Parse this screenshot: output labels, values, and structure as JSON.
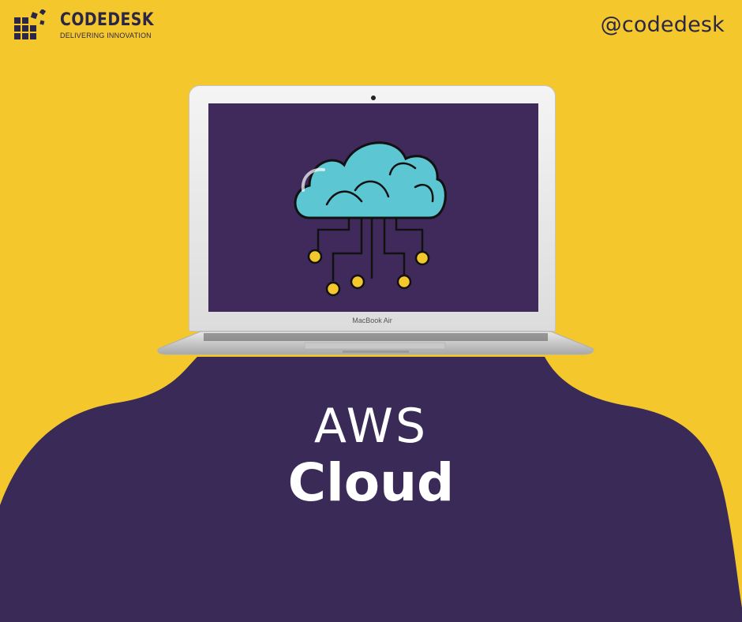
{
  "brand": {
    "name": "CODEDESK",
    "tagline": "DELIVERING INNOVATION",
    "handle": "@codedesk"
  },
  "laptop": {
    "model_label": "MacBook Air",
    "screen_icon": "cloud-network-icon"
  },
  "headline": {
    "line1": "AWS",
    "line2": "Cloud"
  },
  "colors": {
    "background": "#F4C82C",
    "purple": "#3A2A58",
    "cloud": "#5CC6D3",
    "node": "#F4C82C",
    "text_light": "#FFFFFF"
  }
}
